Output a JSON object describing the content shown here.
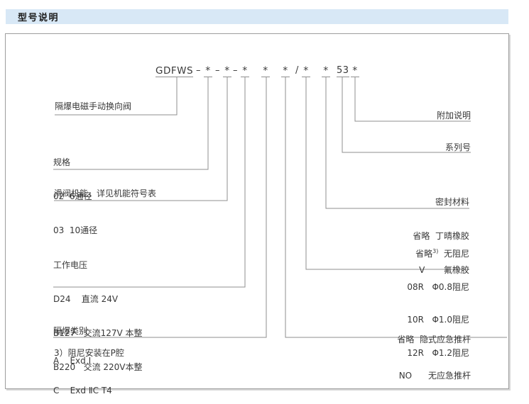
{
  "header": {
    "title": "型号说明",
    "bar_color": "#d8e8f6"
  },
  "code": {
    "prefix": "GDFWS",
    "dash": "–",
    "star": "*",
    "slash": "/",
    "series": "53"
  },
  "left": {
    "valve_name": "隔爆电磁手动换向阀",
    "spec": {
      "title": "规格",
      "item1": "02  6通径",
      "item2": "03  10通径"
    },
    "spool": "滑阀机能，详见机能符号表",
    "voltage": {
      "title": "工作电压",
      "item1": "D24    直流 24V",
      "item2": "B127   交流127V 本整",
      "item3": "B220   交流 220V本整"
    },
    "exproof": {
      "title": "隔爆类别",
      "item1": "A    Exd Ⅰ",
      "item2": "C    Exd ⅡC T4"
    },
    "footnote": "3）阻尼安装在P腔"
  },
  "right": {
    "additional": "附加说明",
    "series_no": "系列号",
    "seal": {
      "title": "密封材料",
      "item1": "省略  丁晴橡胶",
      "item2": "V       氟橡胶"
    },
    "damping": {
      "title_pre": "省略",
      "title_sup": "3)",
      "title_post": "  无阻尼",
      "item1": "08R   Φ0.8阻尼",
      "item2": "10R   Φ1.0阻尼",
      "item3": "12R   Φ1.2阻尼"
    },
    "rod": {
      "item1": "省略  隐式应急推杆",
      "item2": "NO      无应急推杆"
    }
  }
}
